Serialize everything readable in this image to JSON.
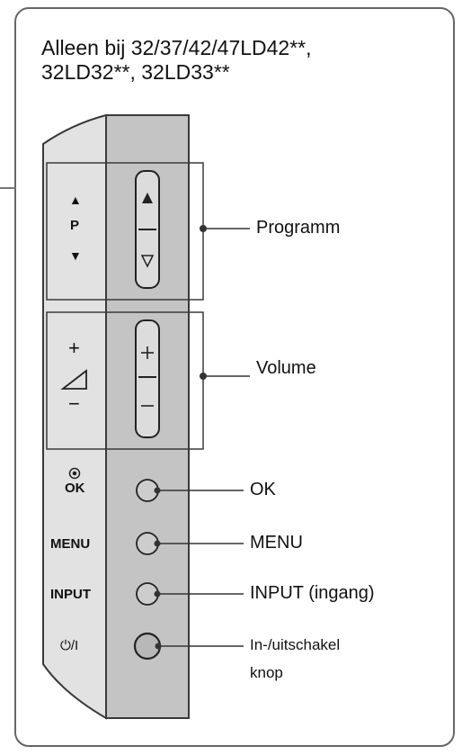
{
  "title": {
    "line1": "Alleen bij 32/37/42/47LD42**,",
    "line2": "32LD32**, 32LD33**"
  },
  "panel_labels": {
    "program_up": "▲",
    "program_p": "P",
    "program_down": "▼",
    "volume_plus": "+",
    "volume_minus": "−",
    "ok": "OK",
    "menu": "MENU",
    "input": "INPUT",
    "power": "⏻/I"
  },
  "callouts": {
    "programm": "Programm",
    "volume": "Volume",
    "ok": "OK",
    "menu": "MENU",
    "input": "INPUT (ingang)",
    "power_line1": "In-/uitschakel",
    "power_line2": "knop"
  },
  "colors": {
    "panel_left": "#e2e2e2",
    "panel_right": "#c4c4c4",
    "outline": "#3a3a3a"
  }
}
